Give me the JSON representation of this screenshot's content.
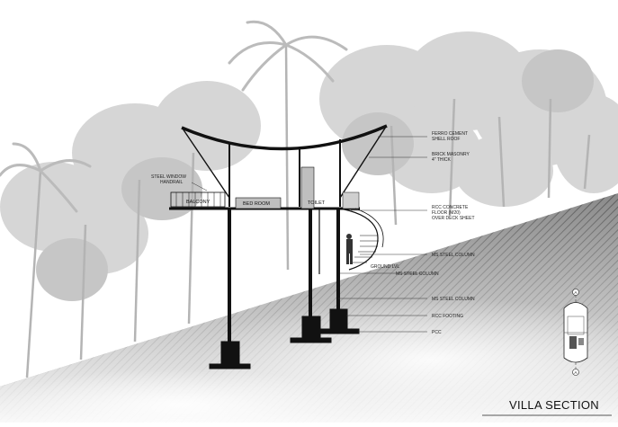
{
  "title": "VILLA SECTION",
  "rooms": {
    "balcony": "BALCONY",
    "bedroom": "BED ROOM",
    "toilet": "TOILET"
  },
  "annotations": {
    "steel_window": "STEEL WINDOW",
    "handrail": "HANDRAIL",
    "ferro_1": "FERRO CEMENT",
    "ferro_2": "SHELL ROOF",
    "brick_1": "BRICK MASONRY",
    "brick_2": "4\" THICK",
    "rcc_1": "RCC CONCRETE",
    "rcc_2": "FLOOR (M20)",
    "rcc_3": "OVER DECK SHEET",
    "ms_col_1": "MS STEEL COLUMN",
    "ground_lvl": "GROUND LVL",
    "ms_col_2": "MS STEEL COLUMN",
    "ms_col_3": "MS STEEL COLUMN",
    "rcc_footing": "RCC FOOTING",
    "pcc": "PCC"
  },
  "key_plan": {
    "marker_top": "A",
    "marker_bottom": "A"
  },
  "colors": {
    "structure": "#111111",
    "hill_light": "#d9d9d9",
    "hill_dark": "#6e6e6e",
    "tree": "#c4c4c4"
  }
}
